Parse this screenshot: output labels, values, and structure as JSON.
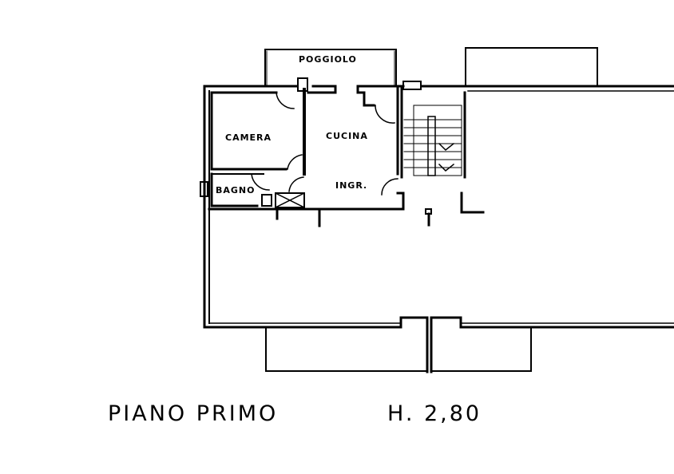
{
  "plan": {
    "rooms": {
      "balcony": "POGGIOLO",
      "bedroom": "CAMERA",
      "kitchen": "CUCINA",
      "entrance": "INGR.",
      "bathroom": "BAGNO"
    },
    "title": "PIANO PRIMO",
    "height": "H. 2,80"
  }
}
